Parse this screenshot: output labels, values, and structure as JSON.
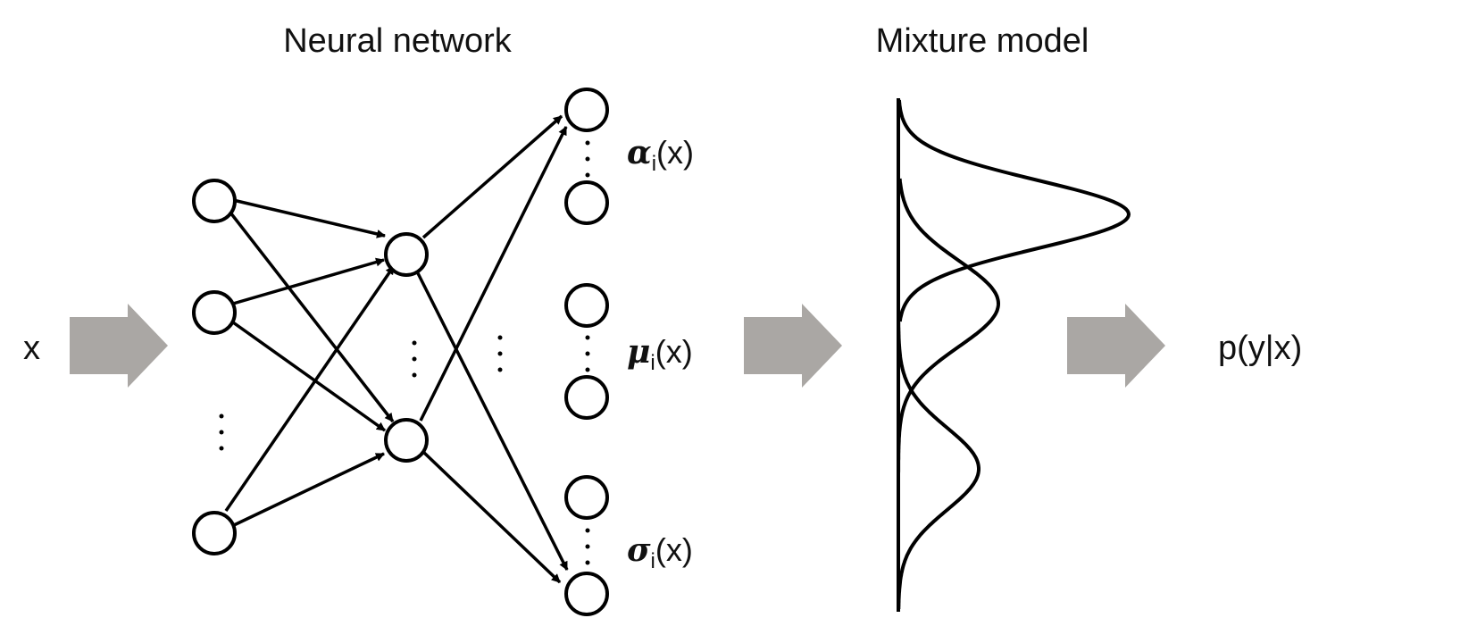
{
  "titles": {
    "neural_network": "Neural network",
    "mixture_model": "Mixture model"
  },
  "input_label": "x",
  "output_label": "p(y|x)",
  "parameters": [
    {
      "symbol": "α",
      "subscript": "i",
      "arg": "(x)"
    },
    {
      "symbol": "μ",
      "subscript": "i",
      "arg": "(x)"
    },
    {
      "symbol": "σ",
      "subscript": "i",
      "arg": "(x)"
    }
  ],
  "colors": {
    "flow_arrow": "#aaa7a4",
    "line": "#000000",
    "node_fill": "#ffffff"
  }
}
